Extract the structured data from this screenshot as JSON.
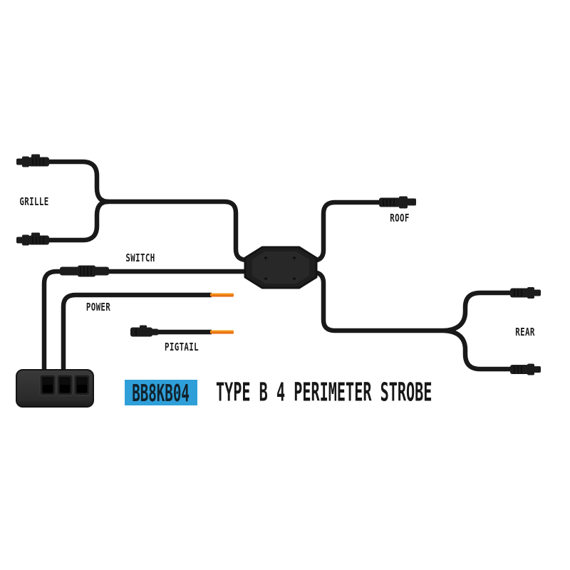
{
  "diagram": {
    "title": {
      "sku": "BB8KB04",
      "name": "TYPE B 4 PERIMETER STROBE"
    },
    "labels": {
      "grille": "GRILLE",
      "switch": "SWITCH",
      "power": "POWER",
      "pigtail": "PIGTAIL",
      "roof": "ROOF",
      "rear": "REAR"
    },
    "colors": {
      "wire": "#191919",
      "stripped_wire_top": "#f7a41f",
      "stripped_wire_bottom": "#e35b0d",
      "sku_badge_bg": "#2f9fd9",
      "background": "#ffffff"
    },
    "components": {
      "hub": "central-junction-box",
      "switch_panel": "three-rocker-switch-panel",
      "connector_count": 7
    }
  }
}
